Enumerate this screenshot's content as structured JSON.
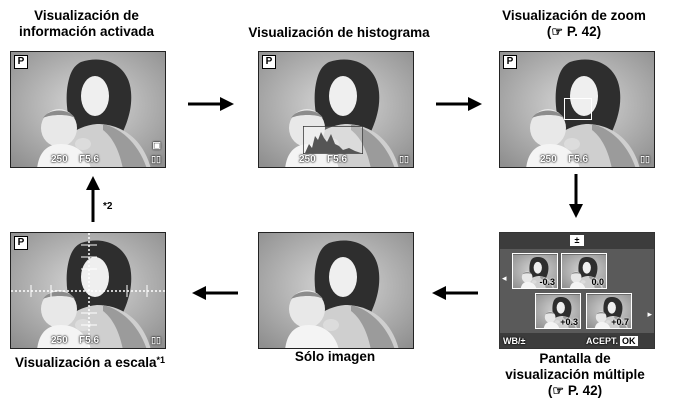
{
  "captions": {
    "info_on_line1": "Visualización de",
    "info_on_line2": "información activada",
    "histogram": "Visualización de histograma",
    "zoom_line1": "Visualización de zoom",
    "zoom_ref_text": "P. 42)",
    "scale": "Visualización a escala",
    "scale_note": "*1",
    "only_image": "Sólo imagen",
    "multi_line1": "Pantalla de",
    "multi_line2": "visualización múltiple",
    "multi_ref_text": "P. 42)"
  },
  "arrow_note": "*2",
  "screen": {
    "mode": "P",
    "shutter": "250",
    "aperture": "F5.6"
  },
  "multi_view": {
    "values": [
      "-0.3",
      "0.0",
      "+0.3",
      "+0.7"
    ],
    "footer_left": "WB/",
    "footer_right": "ACEPT.",
    "ok_label": "OK"
  }
}
